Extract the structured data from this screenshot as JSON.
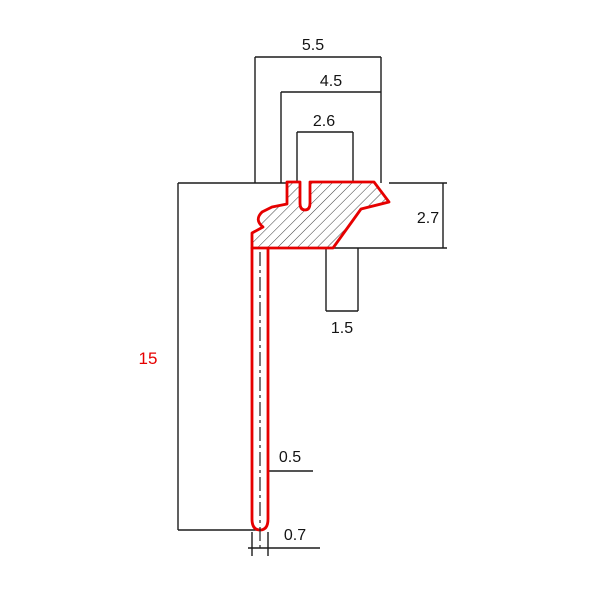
{
  "colors": {
    "profile": "#e60000",
    "height_label": "#e60000"
  },
  "dimensions": {
    "top_width": "5.5",
    "upper_width": "4.5",
    "slot_width": "2.6",
    "head_height": "2.7",
    "tab_width": "1.5",
    "overall_height": "15",
    "tip_offset": "0.5",
    "stem_width": "0.7"
  }
}
